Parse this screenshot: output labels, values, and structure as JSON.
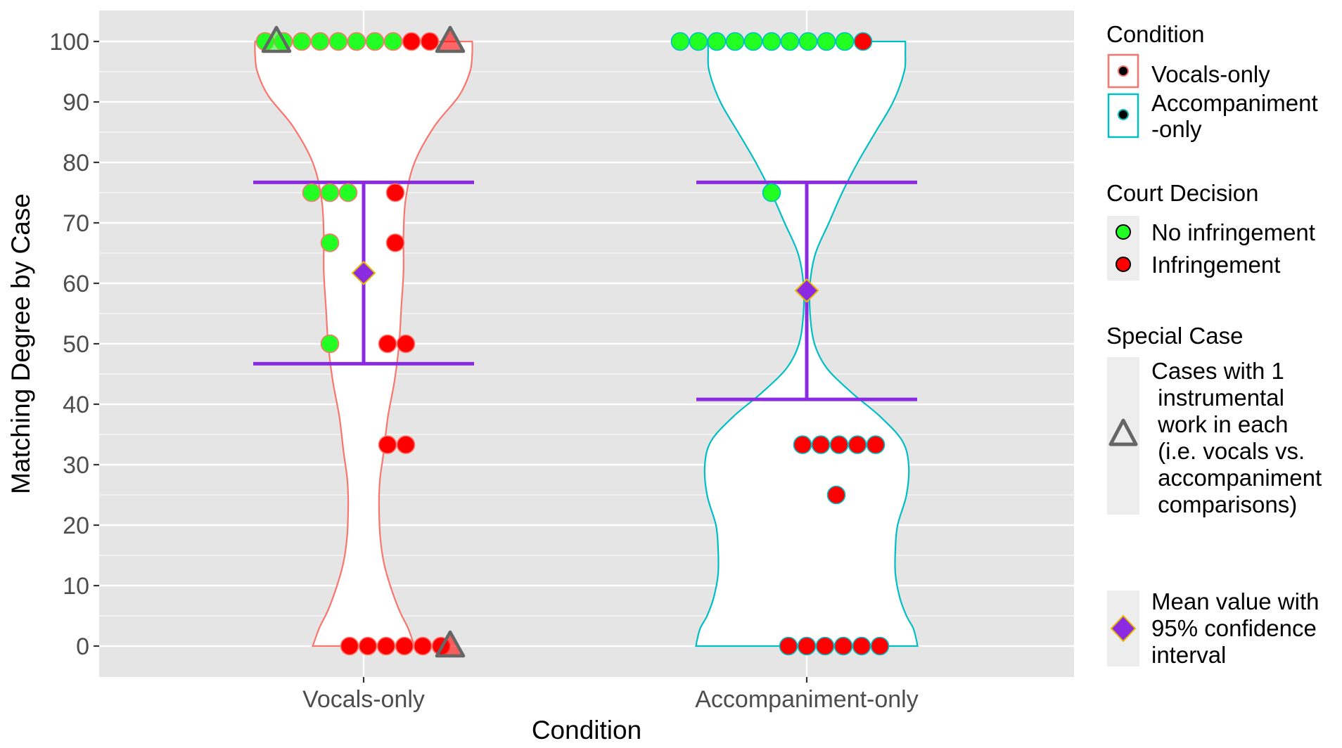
{
  "colors": {
    "panel": "#e5e5e5",
    "grid_major": "#ffffff",
    "vocals": "#f8766d",
    "accompaniment": "#00bfc4",
    "no_infringement": "#22ff22",
    "infringement": "#ff0000",
    "mean": "#8a2be2",
    "special": "#666666"
  },
  "chart_data": {
    "type": "violin",
    "xlabel": "Condition",
    "ylabel": "Matching Degree by Case",
    "ylim": [
      -5,
      105
    ],
    "yticks": [
      "0",
      "10",
      "20",
      "30",
      "40",
      "50",
      "60",
      "70",
      "80",
      "90",
      "100"
    ],
    "categories": [
      "Vocals-only",
      "Accompaniment-only"
    ],
    "grid": true,
    "groups": [
      {
        "name": "Vocals-only",
        "density_profile": [
          [
            0,
            0.23
          ],
          [
            1,
            0.22
          ],
          [
            3,
            0.2
          ],
          [
            6,
            0.16
          ],
          [
            10,
            0.12
          ],
          [
            14,
            0.09
          ],
          [
            18,
            0.075
          ],
          [
            22,
            0.07
          ],
          [
            25,
            0.07
          ],
          [
            28,
            0.075
          ],
          [
            32,
            0.09
          ],
          [
            38,
            0.11
          ],
          [
            44,
            0.14
          ],
          [
            50,
            0.16
          ],
          [
            56,
            0.17
          ],
          [
            62,
            0.18
          ],
          [
            68,
            0.18
          ],
          [
            74,
            0.19
          ],
          [
            80,
            0.23
          ],
          [
            86,
            0.32
          ],
          [
            91,
            0.43
          ],
          [
            95,
            0.48
          ],
          [
            98,
            0.49
          ],
          [
            100,
            0.49
          ]
        ],
        "points": [
          {
            "y": 100,
            "decision": "No infringement"
          },
          {
            "y": 100,
            "decision": "No infringement"
          },
          {
            "y": 100,
            "decision": "No infringement"
          },
          {
            "y": 100,
            "decision": "No infringement"
          },
          {
            "y": 100,
            "decision": "No infringement"
          },
          {
            "y": 100,
            "decision": "No infringement"
          },
          {
            "y": 100,
            "decision": "No infringement"
          },
          {
            "y": 100,
            "decision": "No infringement"
          },
          {
            "y": 100,
            "decision": "Infringement"
          },
          {
            "y": 100,
            "decision": "Infringement"
          },
          {
            "y": 75,
            "decision": "No infringement"
          },
          {
            "y": 75,
            "decision": "No infringement"
          },
          {
            "y": 75,
            "decision": "No infringement"
          },
          {
            "y": 75,
            "decision": "Infringement"
          },
          {
            "y": 66.7,
            "decision": "No infringement"
          },
          {
            "y": 66.7,
            "decision": "Infringement"
          },
          {
            "y": 50,
            "decision": "No infringement"
          },
          {
            "y": 50,
            "decision": "Infringement"
          },
          {
            "y": 50,
            "decision": "Infringement"
          },
          {
            "y": 33.3,
            "decision": "Infringement"
          },
          {
            "y": 33.3,
            "decision": "Infringement"
          },
          {
            "y": 0,
            "decision": "Infringement"
          },
          {
            "y": 0,
            "decision": "Infringement"
          },
          {
            "y": 0,
            "decision": "Infringement"
          },
          {
            "y": 0,
            "decision": "Infringement"
          },
          {
            "y": 0,
            "decision": "Infringement"
          },
          {
            "y": 0,
            "decision": "Infringement"
          }
        ],
        "special_cases": [
          {
            "y": 100,
            "decision": "No infringement"
          },
          {
            "y": 100,
            "decision": "Infringement"
          },
          {
            "y": 0,
            "decision": "Infringement"
          }
        ],
        "mean": 61.7,
        "ci": [
          46.7,
          76.7
        ]
      },
      {
        "name": "Accompaniment-only",
        "density_profile": [
          [
            0,
            0.5
          ],
          [
            1,
            0.495
          ],
          [
            3,
            0.48
          ],
          [
            5,
            0.45
          ],
          [
            8,
            0.42
          ],
          [
            12,
            0.4
          ],
          [
            16,
            0.4
          ],
          [
            20,
            0.41
          ],
          [
            25,
            0.45
          ],
          [
            30,
            0.46
          ],
          [
            34,
            0.43
          ],
          [
            38,
            0.33
          ],
          [
            42,
            0.2
          ],
          [
            46,
            0.09
          ],
          [
            50,
            0.035
          ],
          [
            55,
            0.015
          ],
          [
            60,
            0.015
          ],
          [
            65,
            0.04
          ],
          [
            70,
            0.1
          ],
          [
            75,
            0.16
          ],
          [
            80,
            0.23
          ],
          [
            85,
            0.31
          ],
          [
            90,
            0.39
          ],
          [
            95,
            0.44
          ],
          [
            98,
            0.445
          ],
          [
            100,
            0.445
          ]
        ],
        "points": [
          {
            "y": 100,
            "decision": "No infringement"
          },
          {
            "y": 100,
            "decision": "No infringement"
          },
          {
            "y": 100,
            "decision": "No infringement"
          },
          {
            "y": 100,
            "decision": "No infringement"
          },
          {
            "y": 100,
            "decision": "No infringement"
          },
          {
            "y": 100,
            "decision": "No infringement"
          },
          {
            "y": 100,
            "decision": "No infringement"
          },
          {
            "y": 100,
            "decision": "No infringement"
          },
          {
            "y": 100,
            "decision": "No infringement"
          },
          {
            "y": 100,
            "decision": "No infringement"
          },
          {
            "y": 100,
            "decision": "Infringement"
          },
          {
            "y": 75,
            "decision": "No infringement"
          },
          {
            "y": 33.3,
            "decision": "Infringement"
          },
          {
            "y": 33.3,
            "decision": "Infringement"
          },
          {
            "y": 33.3,
            "decision": "Infringement"
          },
          {
            "y": 33.3,
            "decision": "Infringement"
          },
          {
            "y": 33.3,
            "decision": "Infringement"
          },
          {
            "y": 25,
            "decision": "Infringement"
          },
          {
            "y": 0,
            "decision": "Infringement"
          },
          {
            "y": 0,
            "decision": "Infringement"
          },
          {
            "y": 0,
            "decision": "Infringement"
          },
          {
            "y": 0,
            "decision": "Infringement"
          },
          {
            "y": 0,
            "decision": "Infringement"
          },
          {
            "y": 0,
            "decision": "Infringement"
          }
        ],
        "special_cases": [],
        "mean": 58.8,
        "ci": [
          40.8,
          76.7
        ]
      }
    ],
    "legend": {
      "placement": "right",
      "condition": {
        "title": "Condition",
        "items": [
          "Vocals-only",
          "Accompaniment\n-only"
        ]
      },
      "court_decision": {
        "title": "Court Decision",
        "items": [
          "No infringement",
          "Infringement"
        ]
      },
      "special_case": {
        "title": "Special Case",
        "label": "Cases with 1\n instrumental\n work in each\n (i.e. vocals vs.\n accompaniment\n comparisons)"
      },
      "mean": {
        "label": "Mean value with\n95% confidence\ninterval"
      }
    }
  }
}
